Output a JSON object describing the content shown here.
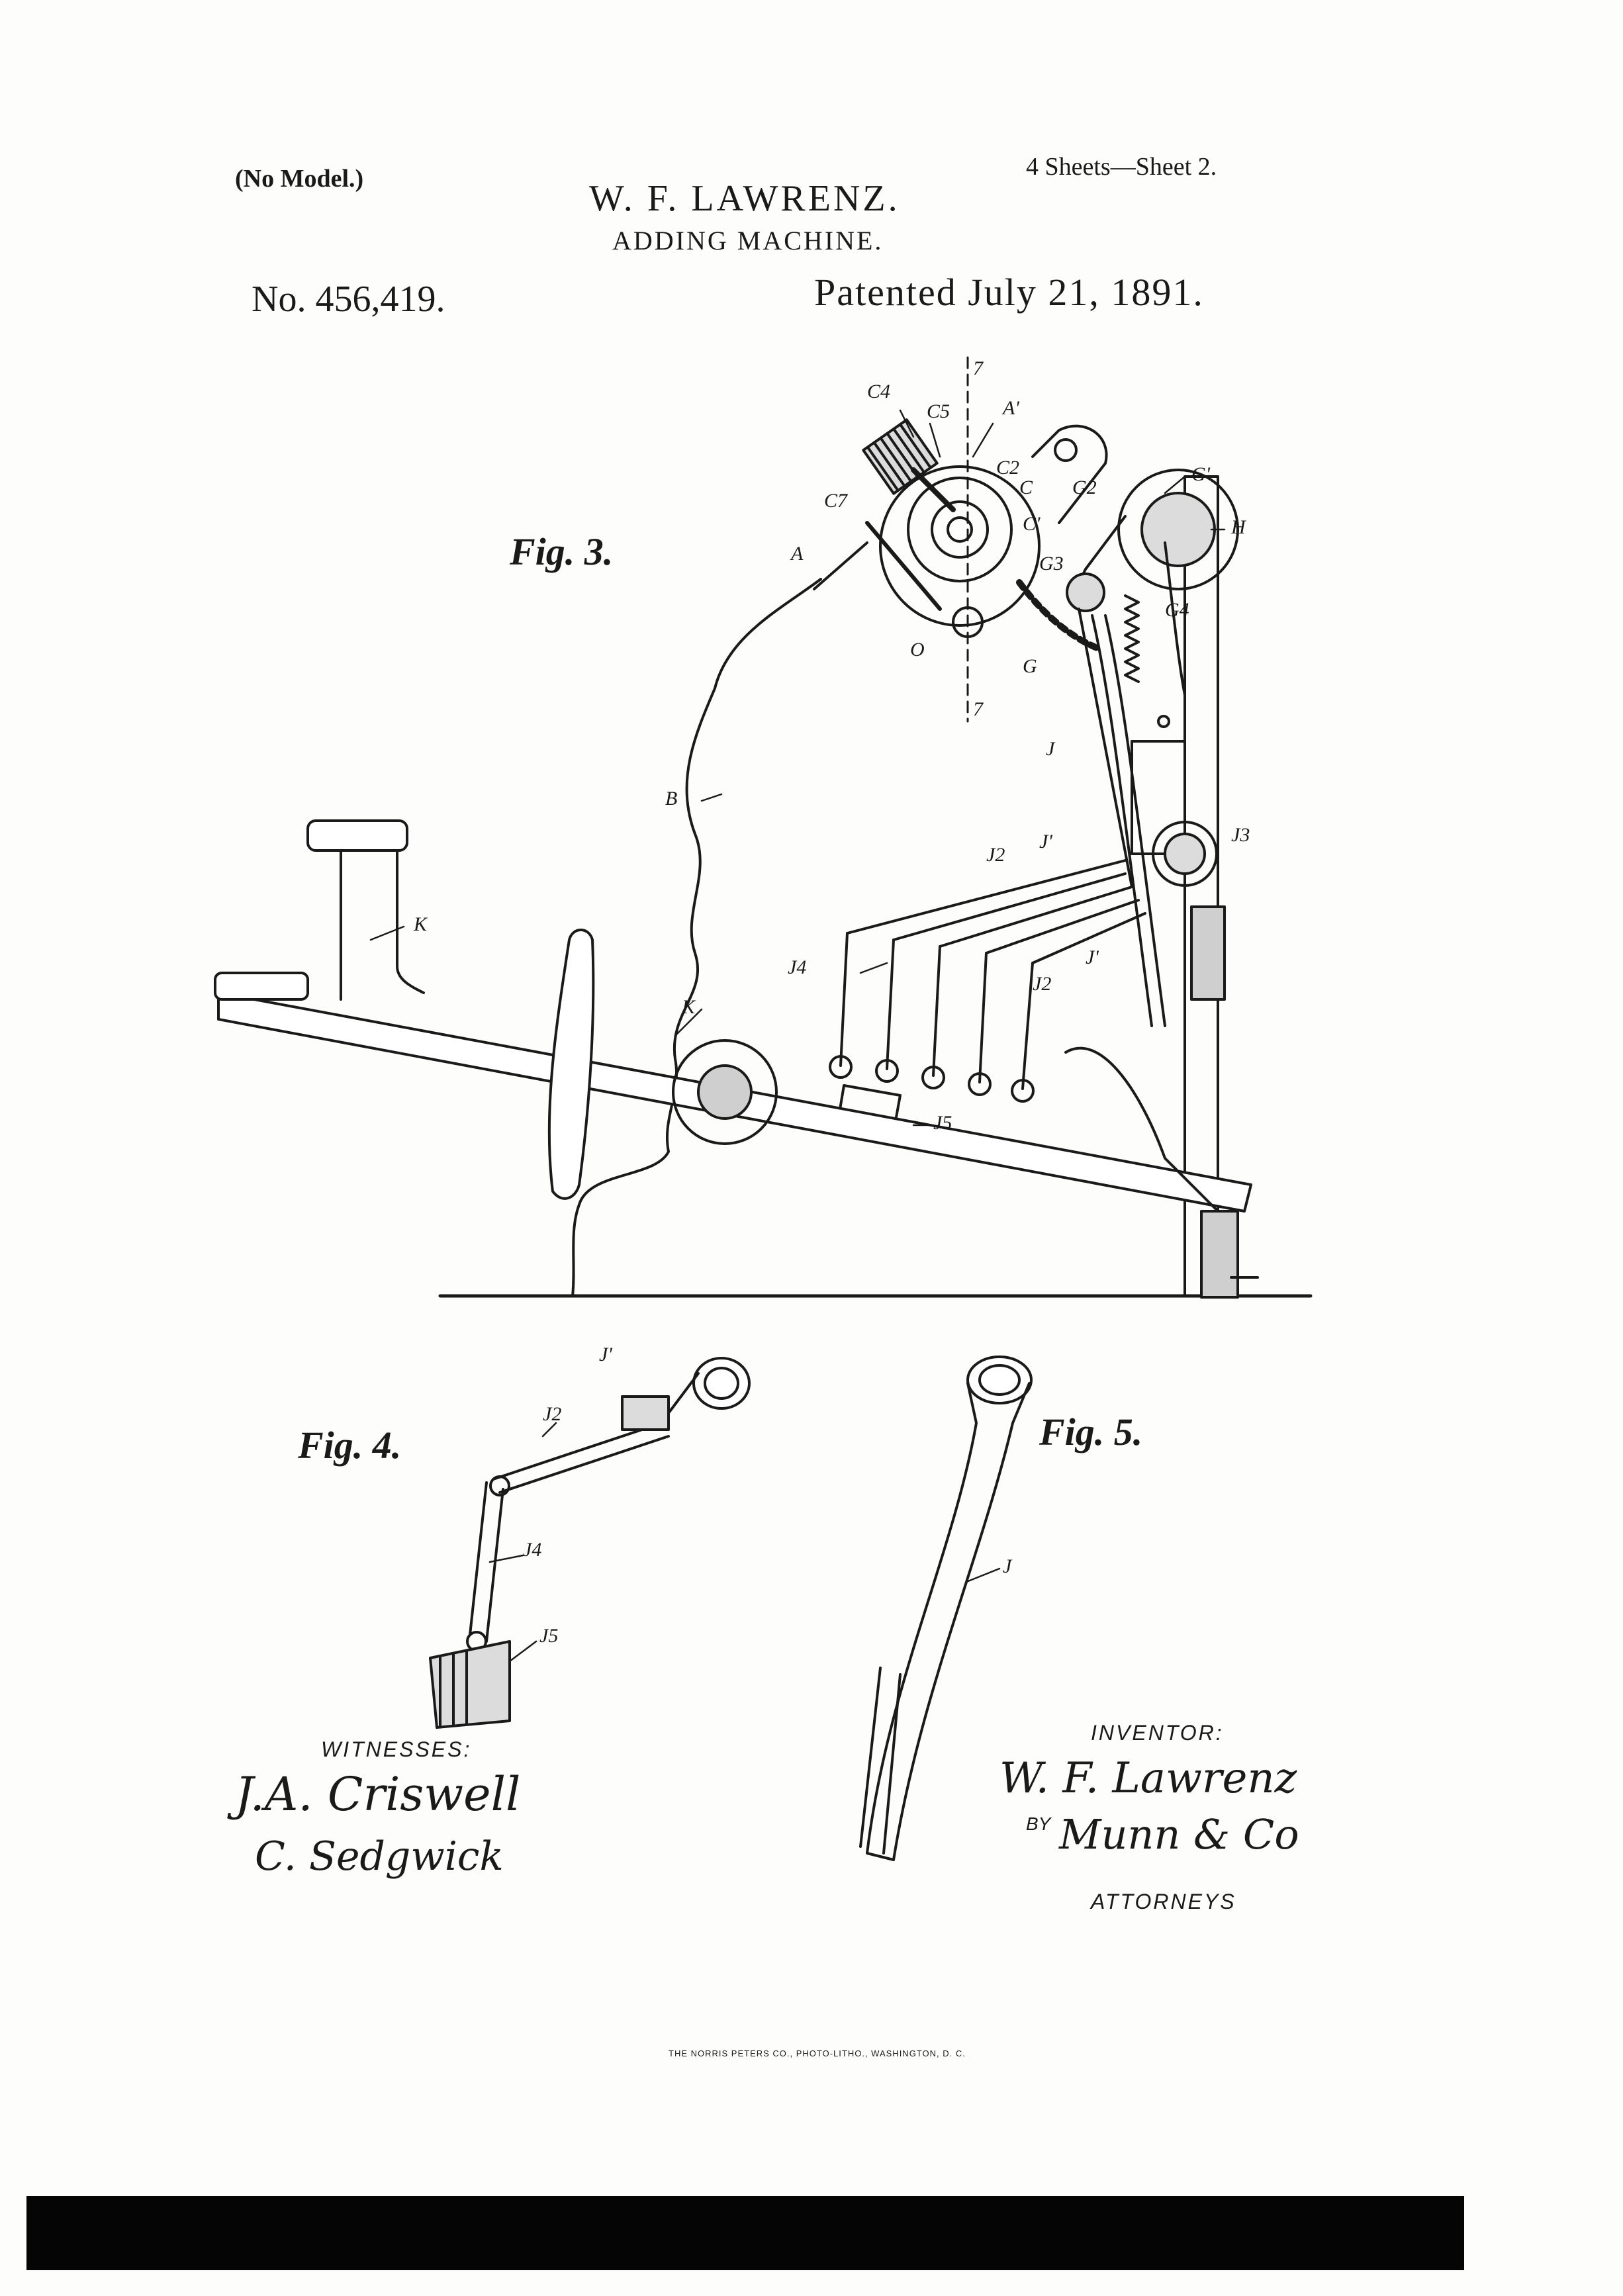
{
  "header": {
    "model_note": "(No Model.)",
    "sheet_info": "4 Sheets—Sheet 2.",
    "inventor_name": "W. F. LAWRENZ.",
    "invention": "ADDING MACHINE.",
    "patent_number": "No. 456,419.",
    "patent_date": "Patented July 21, 1891."
  },
  "figures": {
    "fig3": "Fig. 3.",
    "fig4": "Fig. 4.",
    "fig5": "Fig. 5."
  },
  "part_labels": {
    "c4": "C4",
    "c5": "C5",
    "a1": "A'",
    "c2": "C2",
    "c": "C",
    "c7": "C7",
    "c1": "C'",
    "a": "A",
    "g2": "G2",
    "g1": "G'",
    "h": "H",
    "g3": "G3",
    "g4": "G4",
    "o": "O",
    "g": "G",
    "seven_top": "7",
    "seven_bottom": "7",
    "j": "J",
    "b": "B",
    "j1": "J'",
    "j3": "J3",
    "j2": "J2",
    "j2b": "J2",
    "j1b": "J'",
    "j4": "J4",
    "k": "K",
    "kb": "K",
    "j5": "J5",
    "f4_j1": "J'",
    "f4_j2": "J2",
    "f4_j4": "J4",
    "f4_j5": "J5",
    "f5_j": "J"
  },
  "signatures": {
    "witnesses_label": "WITNESSES:",
    "witness_1": "J.A. Criswell",
    "witness_2": "C. Sedgwick",
    "inventor_label": "INVENTOR:",
    "inventor_sig": "W. F. Lawrenz",
    "by": "BY",
    "attorney_sig": "Munn & Co",
    "attorneys_label": "ATTORNEYS"
  },
  "footer": {
    "printer": "THE NORRIS PETERS CO., PHOTO-LITHO., WASHINGTON, D. C."
  }
}
